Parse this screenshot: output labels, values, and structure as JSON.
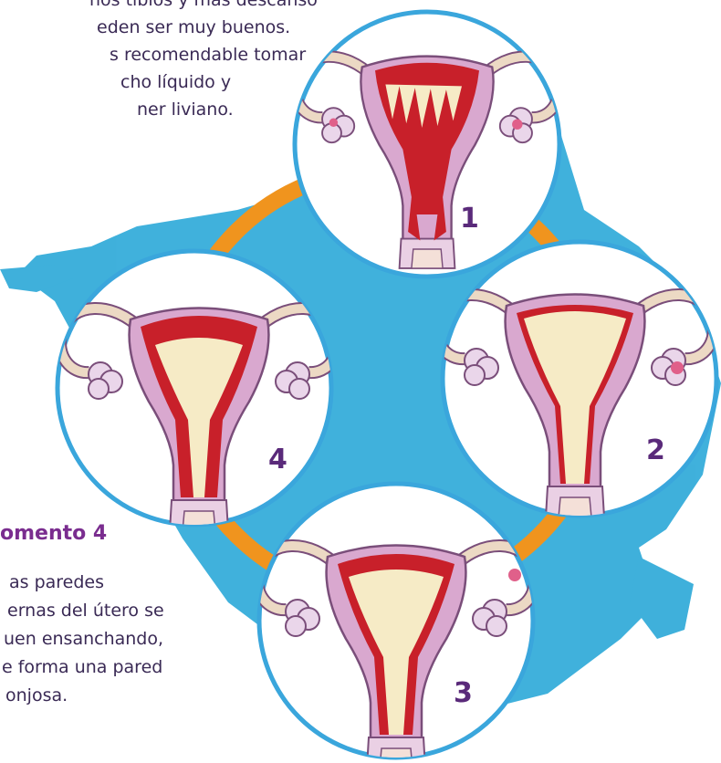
{
  "intro_lines": [
    "nos tibios y más descanso",
    "eden ser muy buenos.",
    "s recomendable tomar",
    "cho líquido y",
    "ner liviano."
  ],
  "moment4": {
    "title": "omento 4",
    "lines": [
      "as paredes",
      "ernas del útero se",
      "uen ensanchando,",
      "e forma una pared",
      "onjosa."
    ]
  },
  "stages": [
    {
      "number": "1",
      "description": "menstruation"
    },
    {
      "number": "2",
      "description": "lining thin, egg in ovary"
    },
    {
      "number": "3",
      "description": "egg travelling, lining thickening"
    },
    {
      "number": "4",
      "description": "lining thick"
    }
  ],
  "colors": {
    "blue_splash": "#2ba8d8",
    "ring": "#f0941e",
    "circle_border": "#3aa6dc",
    "uterus": "#d9a8cf",
    "uterus_outline": "#7a4e7a",
    "lining": "#f6ebc6",
    "blood": "#c8202a",
    "ovary": "#ead6ea",
    "egg": "#e0608a",
    "text": "#3a2a55",
    "accent_title": "#7a2d8f"
  }
}
